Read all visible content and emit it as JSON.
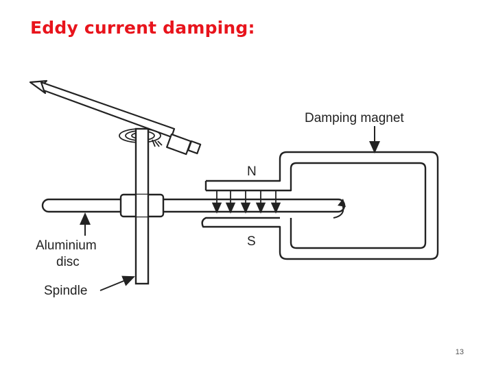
{
  "slide": {
    "title": "Eddy current damping:",
    "page_number": "13"
  },
  "diagram": {
    "labels": {
      "damping_magnet": "Damping magnet",
      "north_pole": "N",
      "south_pole": "S",
      "aluminium_disc_line1": "Aluminium",
      "aluminium_disc_line2": "disc",
      "spindle": "Spindle"
    },
    "colors": {
      "title": "#e8141c",
      "ink": "#222222"
    }
  }
}
